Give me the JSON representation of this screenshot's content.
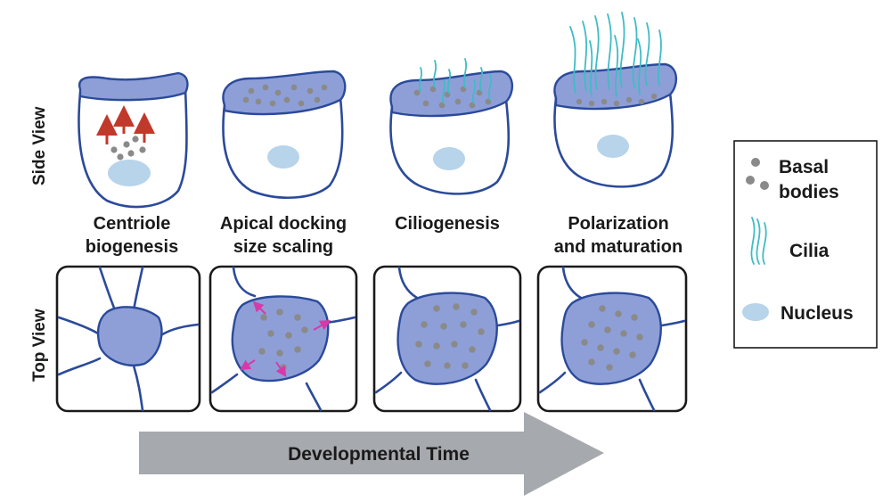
{
  "figure": {
    "side_view_label": "Side View",
    "top_view_label": "Top View",
    "stages": [
      {
        "line1": "Centriole",
        "line2": "biogenesis"
      },
      {
        "line1": "Apical docking",
        "line2": "size scaling"
      },
      {
        "line1": "Ciliogenesis",
        "line2": ""
      },
      {
        "line1": "Polarization",
        "line2": "and  maturation"
      }
    ],
    "time_arrow_label": "Developmental Time"
  },
  "legend": {
    "basal_line1": "Basal",
    "basal_line2": "bodies",
    "cilia": "Cilia",
    "nucleus": "Nucleus"
  },
  "colors": {
    "cell_outline": "#2b4a9a",
    "apical_surface": "#8e9fd8",
    "basal_body": "#8a8a8a",
    "cilia": "#3fbcc4",
    "nucleus": "#b7d4ea",
    "red_arrow": "#c0392b",
    "magenta_arrow": "#d63aa8",
    "time_arrow": "#a6a9ad"
  },
  "icons": [
    "red-arrow-icon",
    "magenta-arrow-icon",
    "basal-body-icon",
    "cilia-icon",
    "nucleus-icon"
  ]
}
